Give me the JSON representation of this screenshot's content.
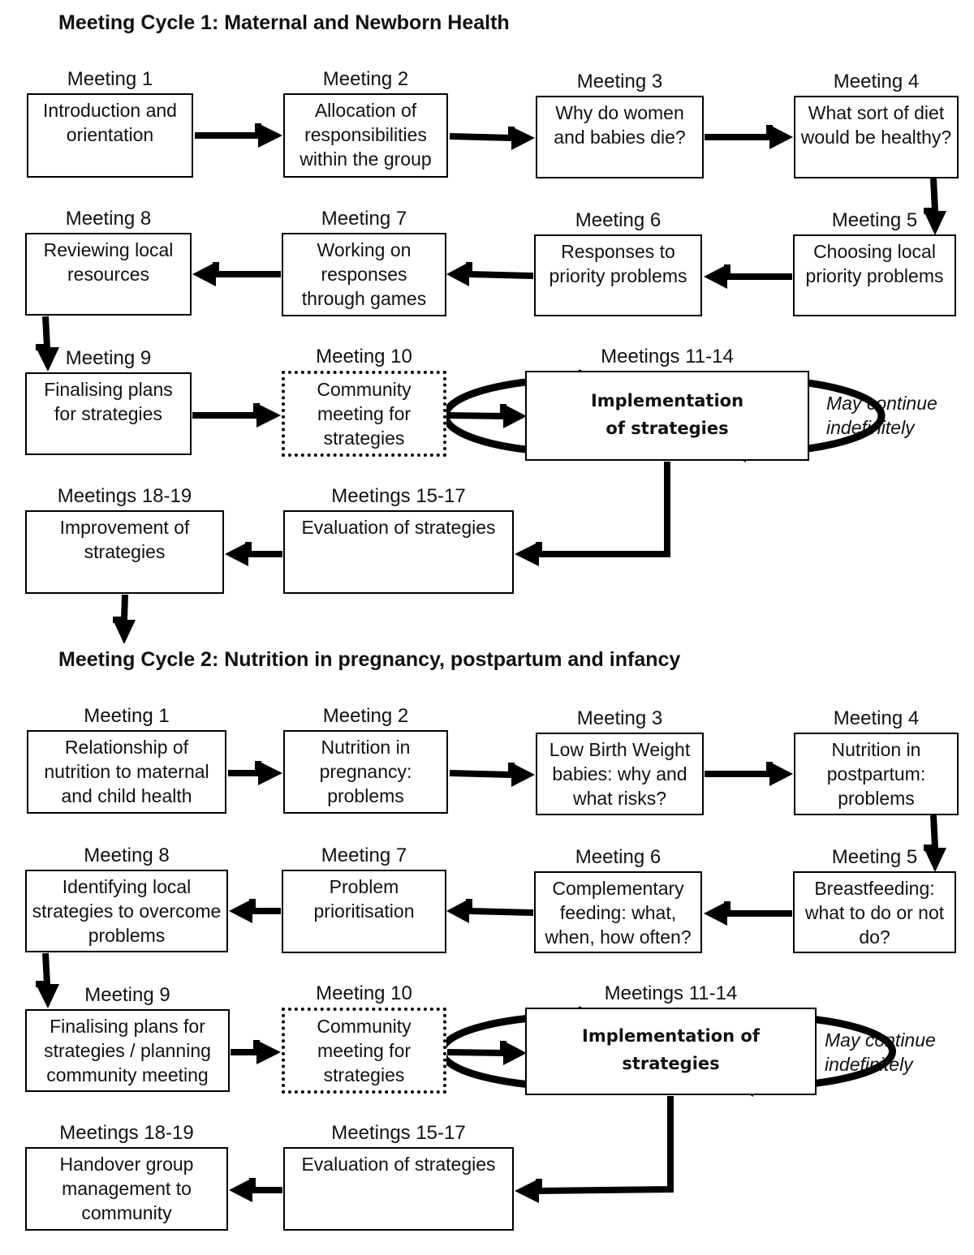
{
  "cycle1": {
    "title": "Meeting Cycle 1: Maternal and Newborn Health",
    "steps": [
      {
        "label": "Meeting 1",
        "text": "Introduction and orientation"
      },
      {
        "label": "Meeting 2",
        "text": "Allocation of responsibilities within the group"
      },
      {
        "label": "Meeting 3",
        "text": "Why do women and babies die?"
      },
      {
        "label": "Meeting 4",
        "text": "What sort of diet would be healthy?"
      },
      {
        "label": "Meeting 5",
        "text": "Choosing local priority problems"
      },
      {
        "label": "Meeting 6",
        "text": "Responses to priority problems"
      },
      {
        "label": "Meeting 7",
        "text": "Working on responses through games"
      },
      {
        "label": "Meeting 8",
        "text": "Reviewing local resources"
      },
      {
        "label": "Meeting 9",
        "text": "Finalising plans for strategies"
      },
      {
        "label": "Meeting 10",
        "text": "Community meeting for strategies"
      },
      {
        "label": "Meetings 11-14",
        "text": "Implementation of strategies"
      },
      {
        "label": "Meetings 15-17",
        "text": "Evaluation of strategies"
      },
      {
        "label": "Meetings 18-19",
        "text": "Improvement of strategies"
      }
    ],
    "note": "May continue indefinitely"
  },
  "cycle2": {
    "title": "Meeting Cycle 2: Nutrition in pregnancy, postpartum and infancy",
    "steps": [
      {
        "label": "Meeting 1",
        "text": "Relationship of nutrition to maternal and child health"
      },
      {
        "label": "Meeting 2",
        "text": "Nutrition in pregnancy: problems"
      },
      {
        "label": "Meeting 3",
        "text": "Low Birth Weight babies: why and what risks?"
      },
      {
        "label": "Meeting 4",
        "text": "Nutrition in postpartum: problems"
      },
      {
        "label": "Meeting 5",
        "text": "Breastfeeding: what to do or not do?"
      },
      {
        "label": "Meeting 6",
        "text": "Complementary feeding: what, when, how often?"
      },
      {
        "label": "Meeting 7",
        "text": "Problem prioritisation"
      },
      {
        "label": "Meeting 8",
        "text": "Identifying local strategies to overcome problems"
      },
      {
        "label": "Meeting 9",
        "text": "Finalising plans for strategies / planning community meeting"
      },
      {
        "label": "Meeting 10",
        "text": "Community meeting for strategies"
      },
      {
        "label": "Meetings 11-14",
        "text": "Implementation of strategies"
      },
      {
        "label": "Meetings 15-17",
        "text": "Evaluation of strategies"
      },
      {
        "label": "Meetings 18-19",
        "text": "Handover group management to community"
      }
    ],
    "note": "May continue indefinitely"
  }
}
